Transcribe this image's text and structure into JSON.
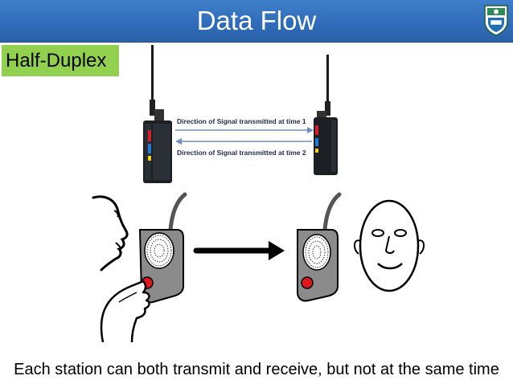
{
  "header": {
    "title": "Data Flow"
  },
  "logo": {
    "icon": "university-crest-icon"
  },
  "section": {
    "label": "Half-Duplex"
  },
  "radio_diagram": {
    "signal_1": "Direction of Signal transmitted at time 1",
    "signal_2": "Direction of  Signal transmitted at time 2"
  },
  "caption": {
    "text": "Each station can both transmit and receive, but not at the same time"
  },
  "colors": {
    "title_bar": "#2f6bb8",
    "section_label_bg": "#92d050",
    "arrow_blue": "#6d8fc7",
    "button_red": "#e0161e",
    "device_gray": "#8b8b8b"
  }
}
